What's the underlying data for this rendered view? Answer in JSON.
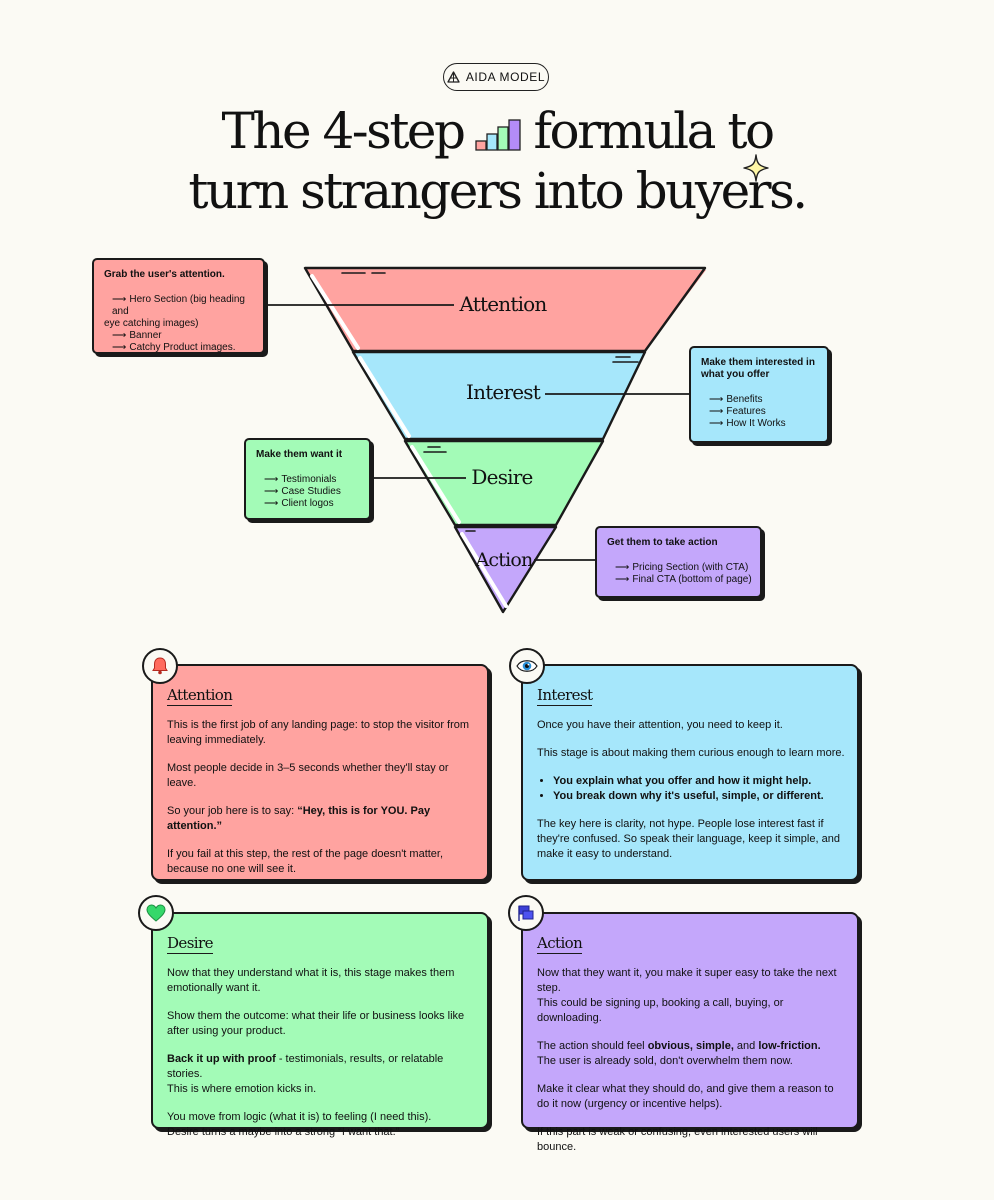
{
  "badge": {
    "label": "AIDA MODEL",
    "icon": "pyramid-icon"
  },
  "headline": {
    "line1_a": "The 4-step",
    "line1_icon": "growth-bars-icon",
    "line1_b": "formula to",
    "line2": "turn strangers into buyers.",
    "sparkle_icon": "sparkle-icon"
  },
  "colors": {
    "attention": "#ffa3a0",
    "interest": "#a6e7fb",
    "desire": "#a3fbb7",
    "action": "#c4a7fb",
    "background": "#fbfaf4"
  },
  "funnel": {
    "attention": "Attention",
    "interest": "Interest",
    "desire": "Desire",
    "action": "Action"
  },
  "notes": {
    "attention": {
      "title": "Grab the user's attention.",
      "items": [
        "Hero Section (big heading and",
        "eye catching images)",
        "Banner",
        "Catchy Product images."
      ]
    },
    "interest": {
      "title_l1": "Make them interested in",
      "title_l2": "what you offer",
      "items": [
        "Benefits",
        "Features",
        "How It Works"
      ]
    },
    "desire": {
      "title": "Make them want it",
      "items": [
        "Testimonials",
        "Case Studies",
        "Client logos"
      ]
    },
    "action": {
      "title": "Get them to take action",
      "items": [
        "Pricing Section (with CTA)",
        "Final CTA (bottom of page)"
      ]
    }
  },
  "cards": {
    "attention": {
      "icon": "bell-icon",
      "title": "Attention",
      "p1": "This is the first job of any landing page: to stop the visitor from leaving immediately.",
      "p2": "Most people decide in 3–5 seconds whether they'll stay or leave.",
      "p3_a": "So your job here is to say: ",
      "p3_b": "“Hey, this is for YOU. Pay attention.”",
      "p4": "If you fail at this step, the rest of the page doesn't matter, because no one will see it."
    },
    "interest": {
      "icon": "eye-icon",
      "title": "Interest",
      "p1": "Once you have their attention, you need to keep it.",
      "p2": "This stage is about making them curious enough to learn more.",
      "b1": "You explain what you offer and how it might help.",
      "b2": "You break down why it's useful, simple, or different.",
      "p3": "The key here is clarity, not hype. People lose interest fast if they're confused. So speak their language, keep it simple, and make it easy to understand."
    },
    "desire": {
      "icon": "heart-icon",
      "title": "Desire",
      "p1": "Now that they understand what it is, this stage makes them emotionally want it.",
      "p2": "Show them the outcome: what their life or business looks like after using your product.",
      "p3_a": "Back it up with proof",
      "p3_b": " - testimonials, results, or relatable stories.",
      "p3_c": "This is where emotion kicks in.",
      "p4_a": "You move from logic (what it is) to feeling (I need this).",
      "p4_b": "Desire turns a maybe into a strong “I want that.”"
    },
    "action": {
      "icon": "flag-icon",
      "title": "Action",
      "p1_a": "Now that they want it, you make it super easy to take the next step.",
      "p1_b": "This could be signing up, booking a call, buying, or downloading.",
      "p2_a": "The action should feel ",
      "p2_b": "obvious, simple,",
      "p2_c": " and ",
      "p2_d": "low-friction.",
      "p2_e": "The user is already sold, don't overwhelm them now.",
      "p3": "Make it clear what they should do, and give them a reason to do it now (urgency or incentive helps).",
      "p4": "If this part is weak or confusing, even interested users will bounce."
    }
  }
}
